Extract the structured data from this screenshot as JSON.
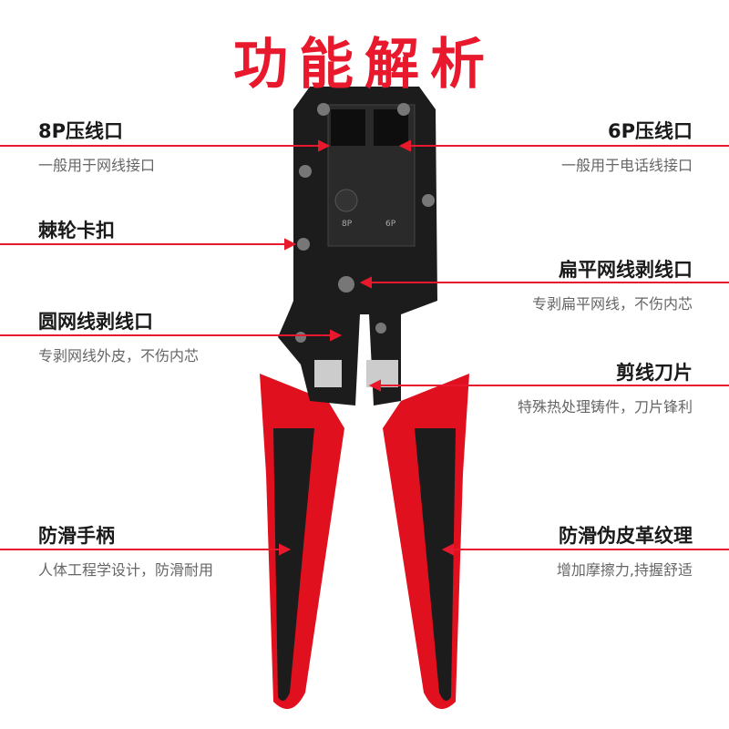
{
  "title": "功能解析",
  "tool_marks": {
    "p8": "8P",
    "p6": "6P"
  },
  "features": [
    {
      "name": "8P压线口",
      "desc": "一般用于网线接口"
    },
    {
      "name": "6P压线口",
      "desc": "一般用于电话线接口"
    },
    {
      "name": "棘轮卡扣",
      "desc": ""
    },
    {
      "name": "扁平网线剥线口",
      "desc": "专剥扁平网线，不伤内芯"
    },
    {
      "name": "圆网线剥线口",
      "desc": "专剥网线外皮，不伤内芯"
    },
    {
      "name": "剪线刀片",
      "desc": "特殊热处理铸件，刀片锋利"
    },
    {
      "name": "防滑手柄",
      "desc": "人体工程学设计，防滑耐用"
    },
    {
      "name": "防滑伪皮革纹理",
      "desc": "增加摩擦力,持握舒适"
    }
  ],
  "colors": {
    "accent": "#e8192c",
    "tool_black": "#1c1c1c",
    "handle_red": "#e0101e"
  }
}
